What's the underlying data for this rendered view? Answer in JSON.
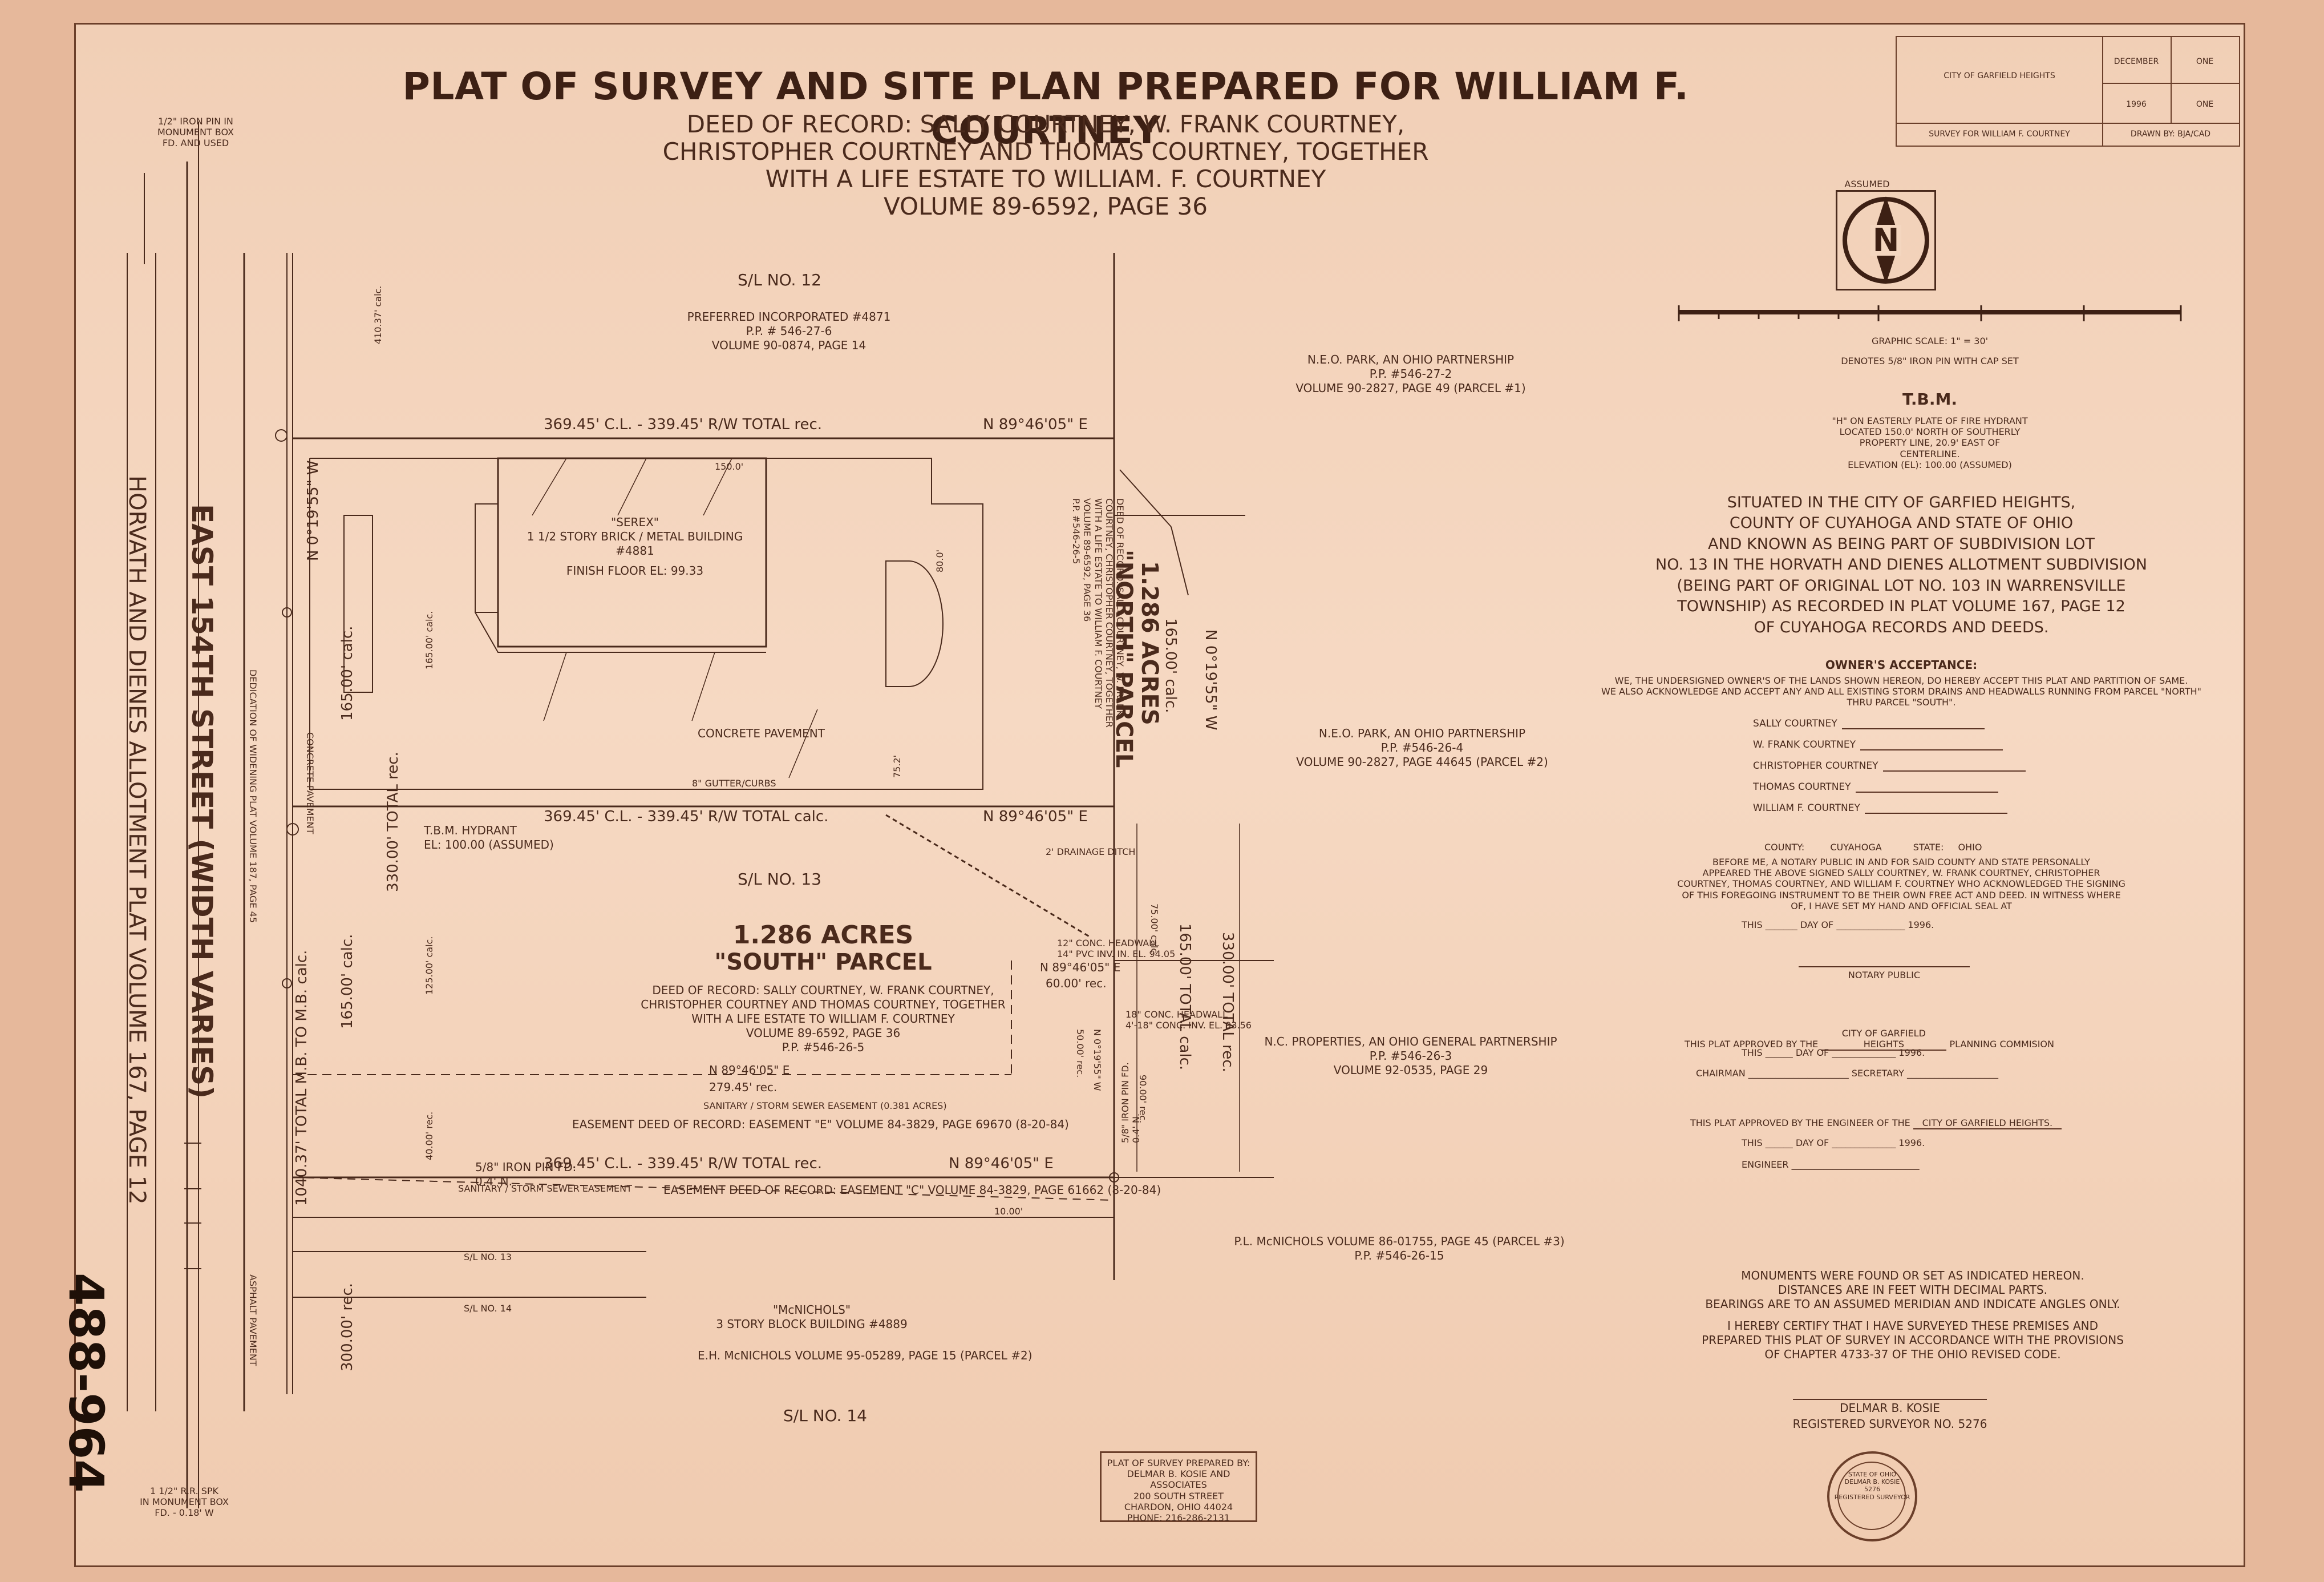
{
  "title": "PLAT OF SURVEY AND SITE PLAN PREPARED FOR WILLIAM F. COURTNEY",
  "deed": [
    "DEED OF RECORD: SALLY COURTNEY, W. FRANK COURTNEY,",
    "CHRISTOPHER COURTNEY AND THOMAS COURTNEY, TOGETHER",
    "WITH A LIFE ESTATE TO WILLIAM. F. COURTNEY",
    "VOLUME 89-6592, PAGE 36"
  ],
  "title_block": {
    "city": "CITY OF GARFIELD HEIGHTS",
    "month": "DECEMBER",
    "year": "1996",
    "sheet_a": "ONE",
    "sheet_b": "ONE",
    "survey_for": "SURVEY FOR WILLIAM F. COURTNEY",
    "drawn_by": "DRAWN BY: BJA/CAD"
  },
  "north": {
    "label": "ASSUMED",
    "letter": "N"
  },
  "scale": {
    "label": "GRAPHIC SCALE: 1\" = 30'",
    "legend": "DENOTES 5/8\" IRON PIN WITH CAP SET"
  },
  "tbm": {
    "heading": "T.B.M.",
    "lines": [
      "\"H\" ON EASTERLY PLATE OF FIRE HYDRANT",
      "LOCATED 150.0' NORTH OF SOUTHERLY",
      "PROPERTY LINE, 20.9' EAST OF",
      "CENTERLINE.",
      "ELEVATION (EL): 100.00 (ASSUMED)"
    ]
  },
  "situated": [
    "SITUATED IN THE CITY OF GARFIED HEIGHTS,",
    "COUNTY OF CUYAHOGA AND STATE OF OHIO",
    "AND KNOWN AS BEING PART OF SUBDIVISION LOT",
    "NO. 13 IN THE HORVATH AND DIENES ALLOTMENT SUBDIVISION",
    "(BEING PART OF ORIGINAL LOT NO. 103 IN WARRENSVILLE",
    "TOWNSHIP) AS RECORDED IN PLAT VOLUME 167, PAGE 12",
    "OF CUYAHOGA RECORDS AND DEEDS."
  ],
  "owners": {
    "heading": "OWNER'S ACCEPTANCE:",
    "text": [
      "WE, THE UNDERSIGNED OWNER'S OF THE LANDS SHOWN HEREON, DO HEREBY ACCEPT THIS PLAT AND PARTITION OF SAME.",
      "WE ALSO ACKNOWLEDGE AND ACCEPT ANY AND ALL EXISTING STORM DRAINS AND HEADWALLS RUNNING FROM PARCEL \"NORTH\"",
      "THRU PARCEL \"SOUTH\"."
    ],
    "names": [
      "SALLY COURTNEY",
      "W. FRANK COURTNEY",
      "CHRISTOPHER COURTNEY",
      "THOMAS COURTNEY",
      "WILLIAM F. COURTNEY"
    ]
  },
  "notary": {
    "county_label": "COUNTY:",
    "county": "CUYAHOGA",
    "state_label": "STATE:",
    "state": "OHIO",
    "text": [
      "BEFORE ME, A NOTARY PUBLIC IN AND FOR SAID COUNTY AND STATE PERSONALLY",
      "APPEARED THE ABOVE SIGNED SALLY COURTNEY, W. FRANK COURTNEY, CHRISTOPHER",
      "COURTNEY, THOMAS COURTNEY, AND WILLIAM F. COURTNEY WHO ACKNOWLEDGED THE SIGNING",
      "OF THIS FOREGOING INSTRUMENT TO BE THEIR OWN FREE ACT AND DEED. IN WITNESS WHERE",
      "OF, I HAVE SET MY HAND AND OFFICIAL SEAL AT"
    ],
    "this_day": "THIS _______ DAY OF _______________ 1996.",
    "public": "NOTARY PUBLIC"
  },
  "approval1": {
    "a": "THIS PLAT APPROVED BY THE",
    "city": "CITY OF GARFIELD HEIGHTS",
    "b": "PLANNING COMMISION",
    "day": "THIS ______ DAY OF ______________ 1996.",
    "chair": "CHAIRMAN ______________________ SECRETARY ____________________"
  },
  "approval2": {
    "a": "THIS PLAT APPROVED BY THE ENGINEER OF THE",
    "city": "CITY OF GARFIELD HEIGHTS.",
    "day": "THIS ______ DAY OF ______________ 1996.",
    "eng": "ENGINEER ____________________________"
  },
  "monuments": [
    "MONUMENTS WERE FOUND OR SET AS INDICATED HEREON.",
    "DISTANCES ARE IN FEET WITH DECIMAL PARTS.",
    "BEARINGS ARE TO AN ASSUMED MERIDIAN AND INDICATE ANGLES ONLY."
  ],
  "certify": [
    "I HEREBY CERTIFY THAT I HAVE SURVEYED THESE PREMISES AND",
    "PREPARED THIS PLAT OF SURVEY IN ACCORDANCE WITH THE PROVISIONS",
    "OF CHAPTER 4733-37 OF THE OHIO REVISED CODE."
  ],
  "surveyor": {
    "name": "DELMAR B. KOSIE",
    "reg": "REGISTERED SURVEYOR NO. 5276"
  },
  "seal": [
    "STATE OF OHIO",
    "DELMAR B. KOSIE",
    "5276",
    "REGISTERED SURVEYOR"
  ],
  "prepared_by": [
    "PLAT OF SURVEY PREPARED BY:",
    "DELMAR B. KOSIE AND ASSOCIATES",
    "200 SOUTH STREET",
    "CHARDON, OHIO 44024",
    "PHONE: 216-286-2131"
  ],
  "street": {
    "name": "EAST 154TH STREET (WIDTH VARIES)",
    "plat": "HORVATH AND DIENES ALLOTMENT PLAT VOLUME 167, PAGE 12",
    "dedication": "DEDICATION OF WIDENING PLAT VOLUME 187, PAGE 45",
    "pavement": "CONCRETE PAVEMENT",
    "asphalt": "ASPHALT PAVEMENT"
  },
  "plan": {
    "sl12": "S/L NO. 12",
    "sl13": "S/L NO. 13",
    "sl14": "S/L NO. 14",
    "sl13b": "S/L NO. 13",
    "sl14b": "S/L NO. 14",
    "preferred": [
      "PREFERRED INCORPORATED #4871",
      "P.P. # 546-27-6",
      "VOLUME 90-0874, PAGE 14"
    ],
    "neo1": [
      "N.E.O. PARK, AN OHIO PARTNERSHIP",
      "P.P. #546-27-2",
      "VOLUME 90-2827, PAGE 49 (PARCEL #1)"
    ],
    "neo2": [
      "N.E.O. PARK, AN OHIO PARTNERSHIP",
      "P.P. #546-26-4",
      "VOLUME 90-2827, PAGE 44645 (PARCEL #2)"
    ],
    "nc": [
      "N.C. PROPERTIES, AN OHIO GENERAL PARTNERSHIP",
      "P.P. #546-26-3",
      "VOLUME 92-0535, PAGE 29"
    ],
    "plm": [
      "P.L. McNICHOLS VOLUME 86-01755, PAGE 45 (PARCEL #3)",
      "P.P. #546-26-15"
    ],
    "mcn": [
      "\"McNICHOLS\"",
      "3 STORY BLOCK BUILDING #4889"
    ],
    "ehm": "E.H. McNICHOLS VOLUME 95-05289, PAGE 15 (PARCEL #2)",
    "north_acres": "1.286 ACRES",
    "north_parcel": "\"NORTH\" PARCEL",
    "north_deed": [
      "DEED OF RECORD: SALLY COURTNEY, W. FRANK",
      "COURTNEY, CHRISTOPHER COURTNEY, TOGETHER",
      "WITH A LIFE ESTATE TO WILLIAM F. COURTNEY",
      "VOLUME 89-6592, PAGE 36",
      "P.P. #546-26-5"
    ],
    "south_acres": "1.286 ACRES",
    "south_parcel": "\"SOUTH\" PARCEL",
    "south_deed": [
      "DEED OF RECORD: SALLY COURTNEY, W. FRANK COURTNEY,",
      "CHRISTOPHER COURTNEY AND THOMAS COURTNEY, TOGETHER",
      "WITH A LIFE ESTATE TO WILLIAM F. COURTNEY",
      "VOLUME 89-6592, PAGE 36",
      "P.P. #546-26-5"
    ],
    "building": [
      "\"SEREX\"",
      "1 1/2 STORY BRICK / METAL BUILDING",
      "#4881"
    ],
    "ffe": "FINISH FLOOR EL: 99.33",
    "concrete": "CONCRETE PAVEMENT",
    "gutter": "8\" GUTTER/CURBS",
    "drainage": "2' DRAINAGE DITCH",
    "tbm": [
      "T.B.M. HYDRANT",
      "EL: 100.00 (ASSUMED)"
    ],
    "iron_pin": [
      "5/8\" IRON PIN FD.",
      "0.4' N."
    ],
    "iron_pin_top": [
      "1/2\" IRON PIN IN",
      "MONUMENT BOX",
      "FD. AND USED"
    ],
    "iron_pin_bot": [
      "1 1/2\" R.R. SPK",
      "IN MONUMENT BOX",
      "FD. - 0.18' W"
    ],
    "iron_pin_e": [
      "5/8\" IRON PIN FD.",
      "0.4' N."
    ],
    "easement_e": "EASEMENT DEED OF RECORD: EASEMENT \"E\" VOLUME 84-3829, PAGE 69670 (8-20-84)",
    "easement_c": "EASEMENT DEED OF RECORD: EASEMENT \"C\" VOLUME 84-3829, PAGE 61662 (8-20-84)",
    "sanitary": "SANITARY / STORM SEWER EASEMENT (0.381 ACRES)",
    "sanitary2": "SANITARY / STORM SEWER EASEMENT",
    "headwall1": [
      "12\" CONC. HEADWALL",
      "14\" PVC INV. IN. EL. 94.05"
    ],
    "headwall2": [
      "18\" CONC. HEADWALL",
      "4'-18\" CONC. INV. EL. 93.56"
    ]
  },
  "dims": {
    "l1": "369.45' C.L. - 339.45' R/W TOTAL rec.",
    "b1": "N 89°46'05\" E",
    "l2": "369.45' C.L. - 339.45' R/W TOTAL calc.",
    "b2": "N 89°46'05\" E",
    "l3": "369.45' C.L. - 339.45' R/W TOTAL rec.",
    "b3": "N 89°46'05\" E",
    "b4": "N 89°46'05\" E",
    "d279": "279.45' rec.",
    "b5": "N 89°46'05\" E",
    "d60": "60.00' rec.",
    "d150": "150.0'",
    "d80": "80.0'",
    "d10": "10.00'",
    "d752": "75.2'",
    "v1": "N 0°19'55\" W",
    "v2": "N 0°19'55\" W",
    "v3": "N 0°19'55\" W",
    "d165a": "165.00' calc.",
    "d165b": "165.00' calc.",
    "d165c": "165.00' calc.",
    "d330a": "330.00' TOTAL rec.",
    "d330b": "330.00' TOTAL rec.",
    "d1040": "1040.37' TOTAL M.B. TO M.B. calc.",
    "d300": "300.00' rec.",
    "d165tot": "165.00' TOTAL calc.",
    "d410": "410.37' calc.",
    "d50": "50.00' rec.",
    "d75": "75.00' calc.",
    "d90": "90.00' rec.",
    "d40": "40.00' rec.",
    "d125": "125.00' calc."
  },
  "stamp": "488-964"
}
